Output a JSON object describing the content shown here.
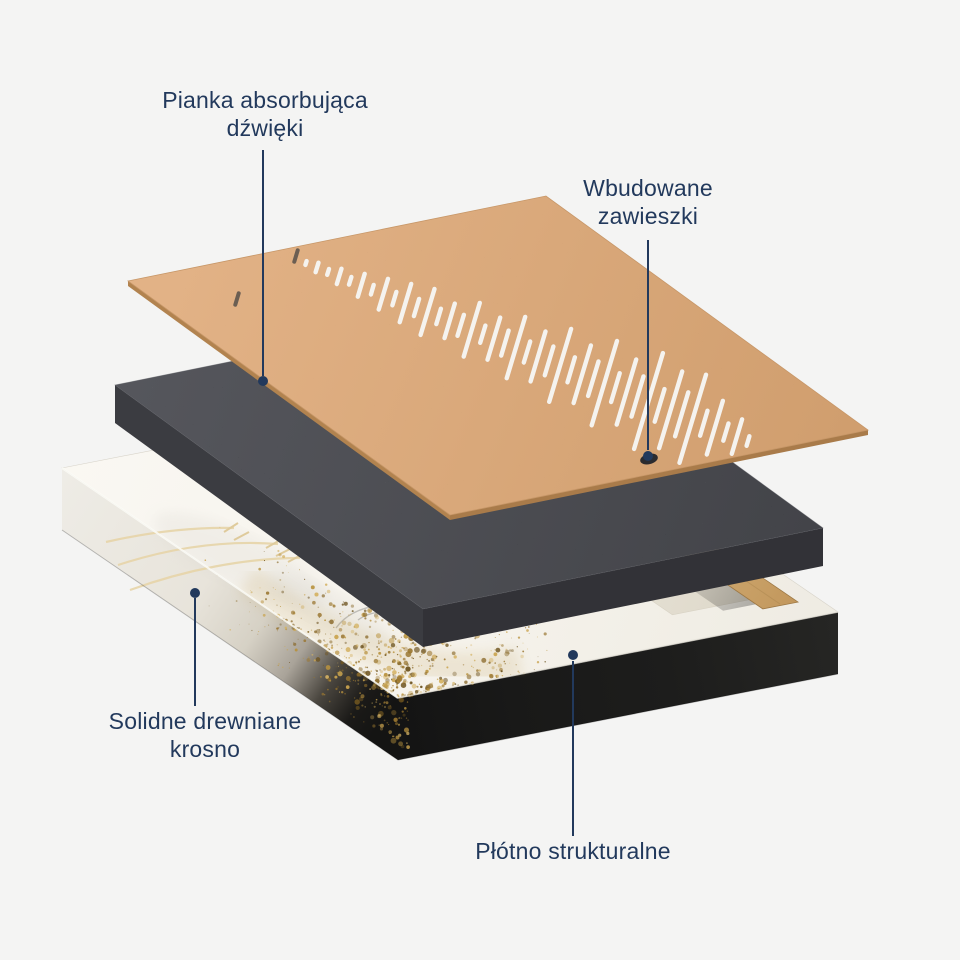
{
  "colors": {
    "background": "#f4f4f3",
    "accent_navy": "#22395c",
    "board_tan": "#dcab7d",
    "foam_gray": "#4c4d52",
    "canvas_white": "#f7f5f0",
    "canvas_black": "#171717",
    "wood": "#d9b582",
    "gold": "#b8923f"
  },
  "callouts": {
    "foam": {
      "lines": [
        "Pianka absorbująca",
        "dźwięki"
      ]
    },
    "hangers": {
      "lines": [
        "Wbudowane",
        "zawieszki"
      ]
    },
    "frame": {
      "lines": [
        "Solidne drewniane",
        "krosno"
      ]
    },
    "canvas": {
      "lines": [
        "Płótno strukturalne"
      ]
    }
  },
  "soundwave": {
    "half_lengths": [
      2,
      5,
      3,
      8,
      4,
      12,
      5,
      16,
      7,
      20,
      9,
      24,
      8,
      18,
      11,
      28,
      9,
      22,
      13,
      32,
      11,
      26,
      15,
      38,
      13,
      30,
      18,
      44,
      15,
      34,
      21,
      50,
      17,
      40,
      23,
      46,
      13,
      28,
      9,
      18,
      5
    ]
  },
  "speckles": {
    "count": 620,
    "seed": 11
  }
}
